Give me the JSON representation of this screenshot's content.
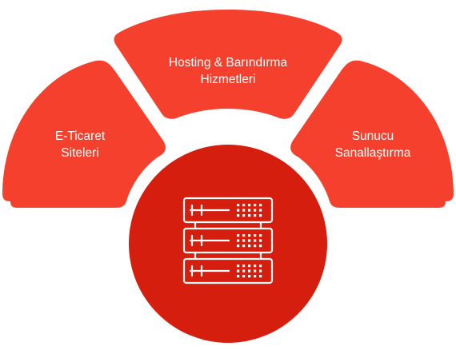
{
  "segments": {
    "left": {
      "line1": "E-Ticaret",
      "line2": "Siteleri"
    },
    "top": {
      "line1": "Hosting & Barındırma",
      "line2": "Hizmetleri"
    },
    "right": {
      "line1": "Sunucu",
      "line2": "Sanallaştırma"
    }
  },
  "center": {
    "icon": "server-rack-icon"
  },
  "colors": {
    "segment": "#f4402c",
    "center": "#d51e0e",
    "icon_stroke": "#ffffff",
    "background": "#ffffff"
  }
}
